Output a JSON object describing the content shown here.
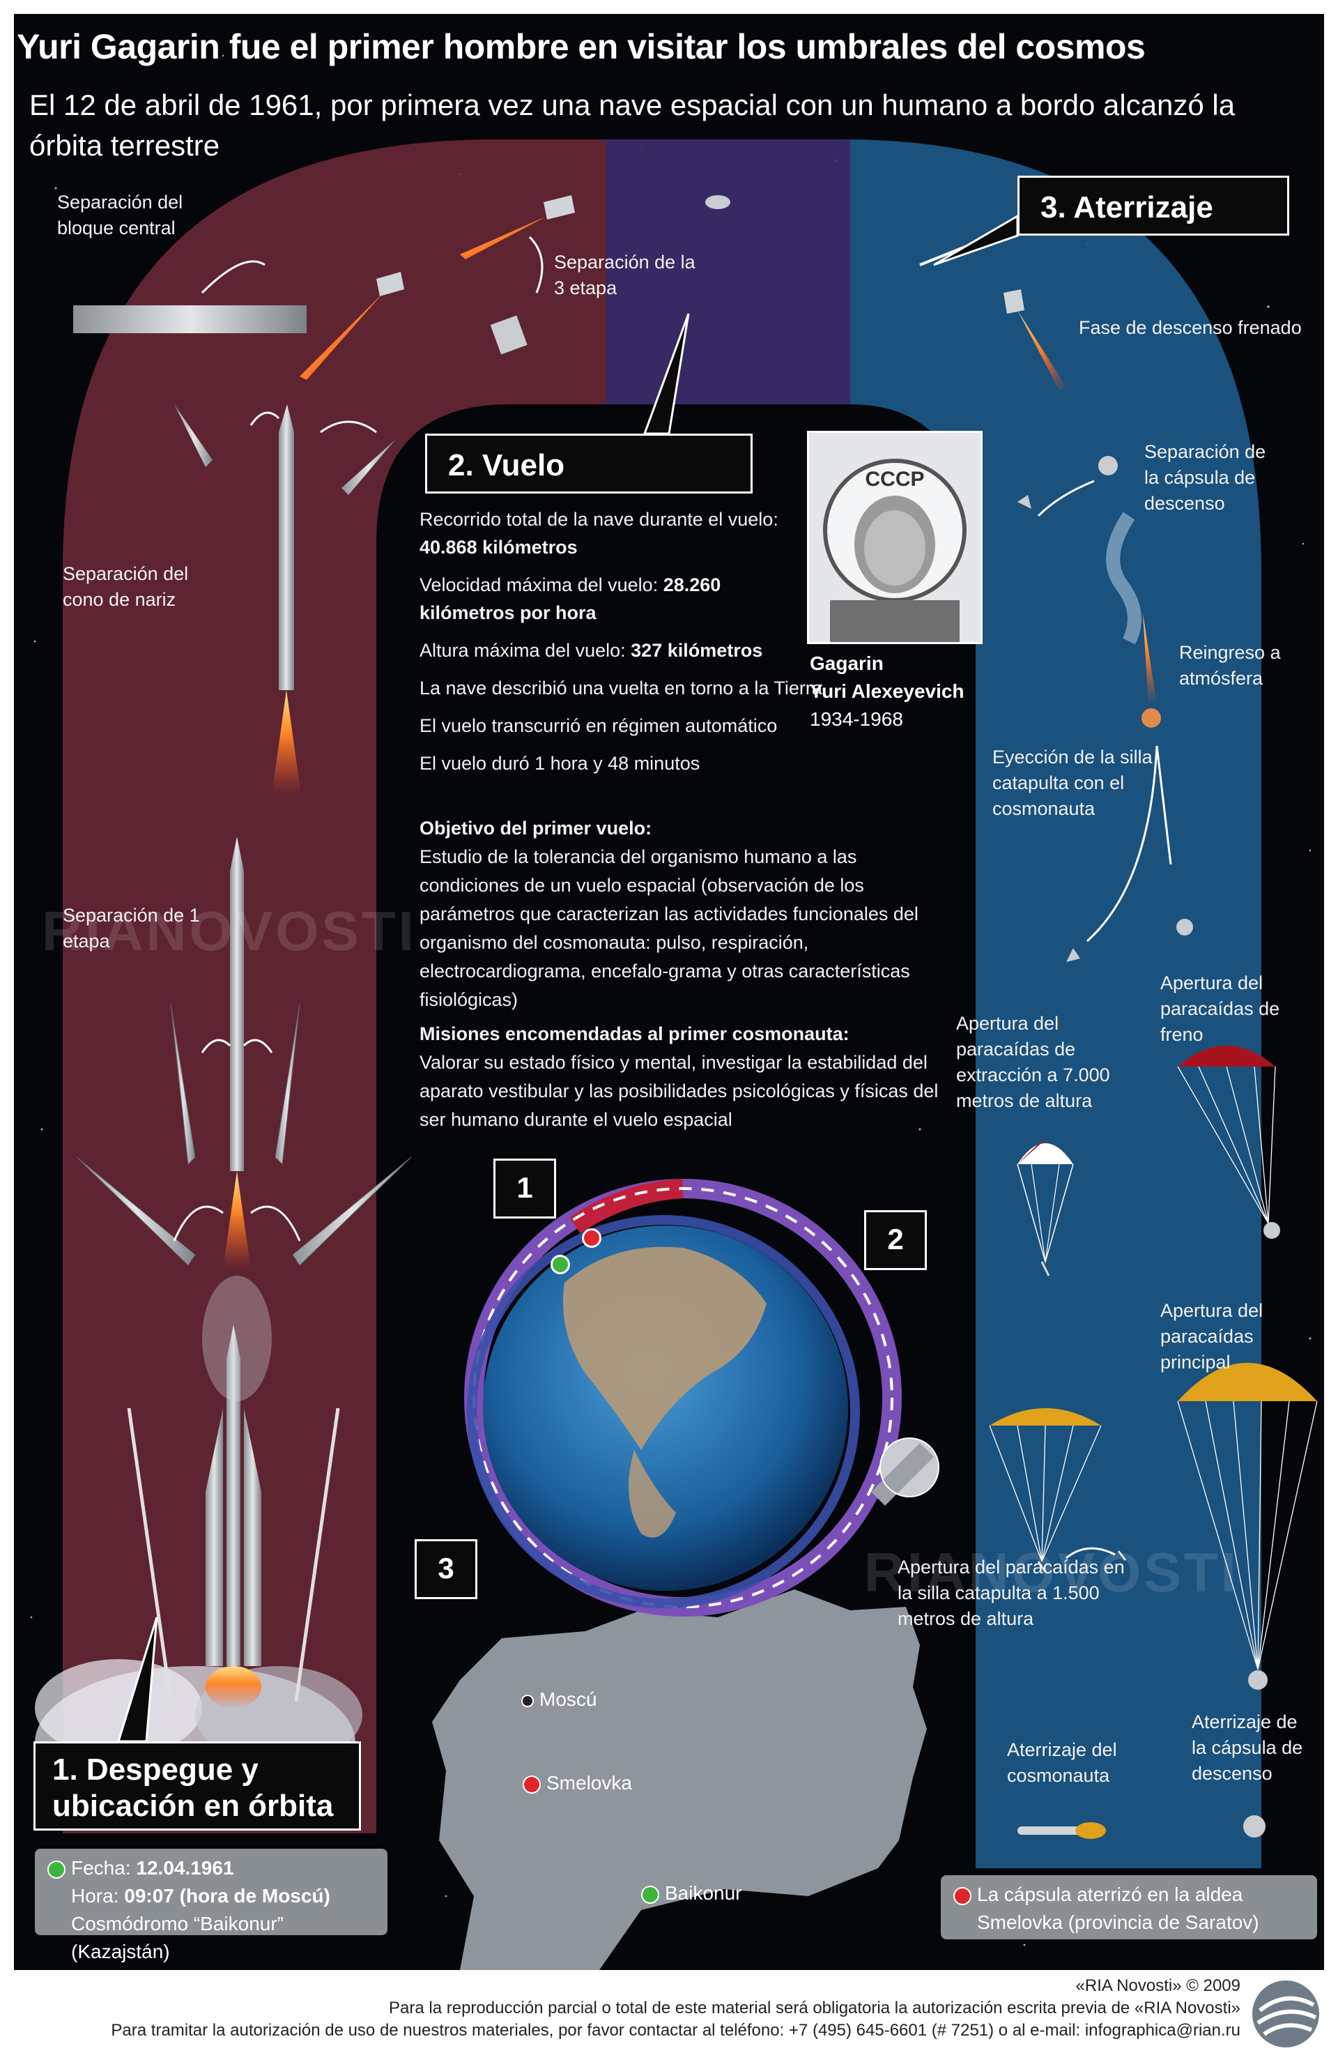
{
  "header": {
    "title": "Yuri Gagarin fue el primer hombre en visitar los umbrales del cosmos",
    "subtitle": "El 12 de abril de 1961, por primera vez una nave espacial con un humano  a bordo alcanzó la órbita terrestre"
  },
  "sections": {
    "launch": "1. Despegue y ubicación en órbita",
    "flight": "2. Vuelo",
    "landing": "3. Aterrizaje"
  },
  "launch_labels": {
    "central_block": "Separación del bloque central",
    "stage3": "Separación de la 3 etapa",
    "nose_cone": "Separación del cono de nariz",
    "stage1": "Separación de 1 etapa"
  },
  "flight_info": {
    "distance_label": "Recorrido total de la nave durante el vuelo:",
    "distance_value": "40.868 kilómetros",
    "speed_label": "Velocidad máxima del vuelo:",
    "speed_value": "28.260",
    "speed_unit": "kilómetros por hora",
    "altitude_label": "Altura máxima del vuelo:",
    "altitude_value": "327 kilómetros",
    "orbit": "La nave describió una vuelta en torno a la Tierra",
    "auto": "El vuelo transcurrió en régimen automático",
    "duration": "El vuelo duró 1 hora y 48 minutos",
    "objective_title": "Objetivo del primer vuelo:",
    "objective_text": "Estudio de la tolerancia del organismo humano a las condiciones de un vuelo espacial (observación de los parámetros que caracterizan las actividades funcionales del organismo del cosmonauta: pulso, respiración, electrocardiograma, encefalo-grama y otras características fisiológicas)",
    "missions_title": "Misiones encomendadas al primer cosmonauta:",
    "missions_text": "Valorar su estado físico y mental, investigar la estabilidad del aparato vestibular y las posibilidades psicológicas y físicas del ser humano durante el vuelo espacial"
  },
  "portrait": {
    "name_line1": "Gagarin",
    "name_line2": "Yuri Alexeyevich",
    "years": "1934-1968",
    "helmet_text": "CCCP"
  },
  "landing_labels": {
    "braking": "Fase de descenso frenado",
    "capsule_sep": "Separación de la cápsula de descenso",
    "reentry": "Reingreso a atmósfera",
    "ejection": "Eyección de la silla catapulta con el cosmonauta",
    "brake_chute": "Apertura del paracaídas de freno",
    "extraction_chute": "Apertura del paracaídas de extracción a 7.000 metros de altura",
    "main_chute": "Apertura del paracaídas principal",
    "seat_chute": "Apertura del paracaídas en la silla catapulta a 1.500 metros de altura",
    "cosmonaut_landing": "Aterrizaje del cosmonauta",
    "capsule_landing": "Aterrizaje de la cápsula de descenso"
  },
  "orbit_markers": [
    "1",
    "2",
    "3"
  ],
  "map_labels": {
    "moscow": "Moscú",
    "smelovka": "Smelovka",
    "baikonur": "Baikonur"
  },
  "launch_box": {
    "date_label": "Fecha:",
    "date_value": "12.04.1961",
    "time_label": "Hora:",
    "time_value": "09:07 (hora de Moscú)",
    "site": "Cosmódromo “Baikonur” (Kazajstán)"
  },
  "landing_box": {
    "text": "La cápsula aterrizó en la aldea Smelovka (provincia de Saratov)"
  },
  "watermark": "RIANOVOSTI",
  "footer": {
    "credit": "«RIA Novosti» © 2009",
    "line2": "Para la reproducción parcial o total de este material será obligatoria la autorización escrita previa de «RIA Novosti»",
    "line3": "Para tramitar la autorización de uso de nuestros materiales, por favor contactar al teléfono: +7 (495) 645-6601 (# 7251) o al e-mail: infographica@rian.ru"
  },
  "colors": {
    "background": "#05060a",
    "launch_band": "#6e2a38",
    "flight_band": "#3d2f6e",
    "landing_band": "#1d5a8a",
    "orbit_outer": "#7b4fb8",
    "orbit_red": "#c0203a",
    "dot_green": "#3fb43c",
    "dot_red": "#e0252b",
    "chute_red": "#a8141e",
    "chute_yellow": "#e0a21a"
  }
}
